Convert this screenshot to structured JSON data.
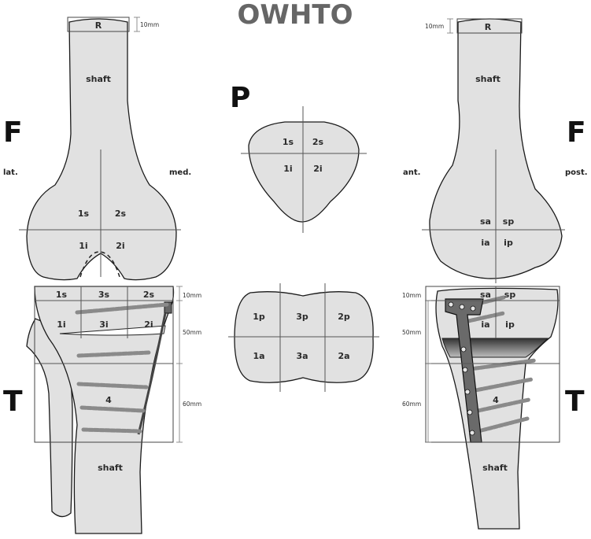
{
  "title": "OWHTO",
  "femur_left": {
    "label": "F",
    "lat": "lat.",
    "med": "med.",
    "shaft": "shaft",
    "r_box": "R",
    "dim_10": "10mm",
    "zones": [
      "1s",
      "2s",
      "1i",
      "2i"
    ]
  },
  "femur_right": {
    "label": "F",
    "ant": "ant.",
    "post": "post.",
    "shaft": "shaft",
    "r_box": "R",
    "dim_10": "10mm",
    "zones": [
      "sa",
      "sp",
      "ia",
      "ip"
    ]
  },
  "patella": {
    "label": "P",
    "zones": [
      "1s",
      "2s",
      "1i",
      "2i"
    ]
  },
  "tibia_plateau": {
    "zones": [
      "1p",
      "3p",
      "2p",
      "1a",
      "3a",
      "2a"
    ]
  },
  "tibia_left": {
    "label": "T",
    "shaft": "shaft",
    "zones": [
      "1s",
      "3s",
      "2s",
      "1i",
      "3i",
      "2i",
      "4"
    ],
    "dims": [
      "10mm",
      "50mm",
      "60mm"
    ]
  },
  "tibia_right": {
    "label": "T",
    "shaft": "shaft",
    "zones": [
      "sa",
      "sp",
      "ia",
      "ip",
      "4"
    ],
    "dims": [
      "10mm",
      "50mm",
      "60mm"
    ]
  },
  "colors": {
    "bone_fill": "#e1e1e1",
    "outline": "#1a1a1a",
    "screw": "#8a8a8a",
    "plate": "#555555",
    "title": "#666666"
  }
}
